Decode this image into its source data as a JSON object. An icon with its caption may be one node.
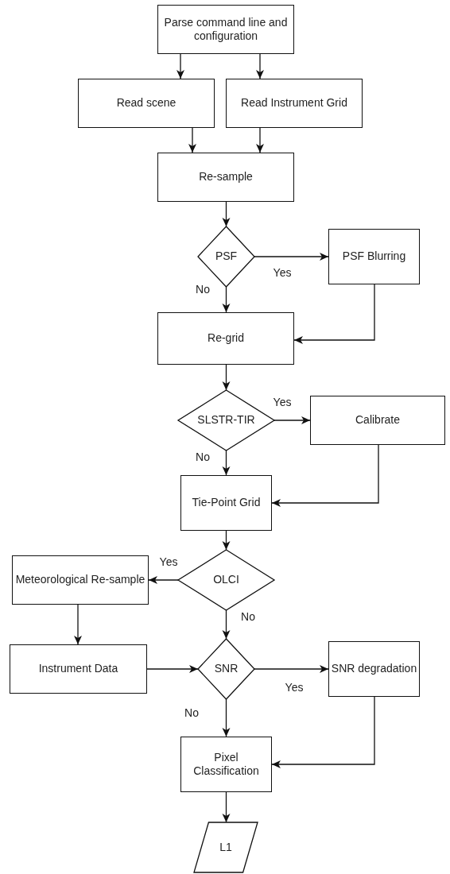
{
  "diagram": {
    "nodes": [
      {
        "text": [
          "Parse command line and configuration"
        ]
      },
      {
        "text": [
          "Read scene"
        ]
      },
      {
        "text": [
          "Read Instrument Grid"
        ]
      },
      {
        "text": [
          "Re-sample"
        ]
      },
      {
        "text": [
          "PSF"
        ]
      },
      {
        "text": [
          "PSF Blurring"
        ]
      },
      {
        "text": [
          "Re-grid"
        ]
      },
      {
        "text": [
          "SLSTR-TIR"
        ]
      },
      {
        "text": [
          "Calibrate"
        ]
      },
      {
        "text": [
          "Tie-Point Grid"
        ]
      },
      {
        "text": [
          "OLCI"
        ]
      },
      {
        "text": [
          "Meteorological Re-sample"
        ]
      },
      {
        "text": [
          "Instrument Data"
        ]
      },
      {
        "text": [
          "SNR"
        ]
      },
      {
        "text": [
          "SNR degradation"
        ]
      },
      {
        "text": [
          "Pixel Classification"
        ]
      },
      {
        "text": [
          "L1"
        ]
      }
    ],
    "edges": [
      {
        "from": 0,
        "to": 1,
        "arrow": "to"
      },
      {
        "from": 0,
        "to": 2,
        "arrow": "to"
      },
      {
        "from": 1,
        "to": 3,
        "arrow": "to"
      },
      {
        "from": 2,
        "to": 3,
        "arrow": "to"
      },
      {
        "from": 3,
        "to": 4,
        "arrow": "to"
      },
      {
        "from": 4,
        "to": 5,
        "arrow": "to",
        "label": "Yes"
      },
      {
        "from": 4,
        "to": 6,
        "arrow": "to",
        "label": "No"
      },
      {
        "from": 5,
        "to": 6,
        "arrow": "to"
      },
      {
        "from": 6,
        "to": 7,
        "arrow": "to"
      },
      {
        "from": 7,
        "to": 8,
        "arrow": "to",
        "label": "Yes"
      },
      {
        "from": 7,
        "to": 9,
        "arrow": "to",
        "label": "No"
      },
      {
        "from": 8,
        "to": 9,
        "arrow": "to"
      },
      {
        "from": 9,
        "to": 10,
        "arrow": "to"
      },
      {
        "from": 10,
        "to": 11,
        "arrow": "to",
        "label": "Yes"
      },
      {
        "from": 10,
        "to": 13,
        "arrow": "to",
        "label": "No"
      },
      {
        "from": 11,
        "to": 12,
        "arrow": "to"
      },
      {
        "from": 12,
        "to": 13,
        "arrow": "to"
      },
      {
        "from": 13,
        "to": 14,
        "arrow": "to",
        "label": "Yes"
      },
      {
        "from": 13,
        "to": 15,
        "arrow": "to",
        "label": "No"
      },
      {
        "from": 14,
        "to": 15,
        "arrow": "to"
      },
      {
        "from": 15,
        "to": 16,
        "arrow": "to"
      }
    ]
  }
}
